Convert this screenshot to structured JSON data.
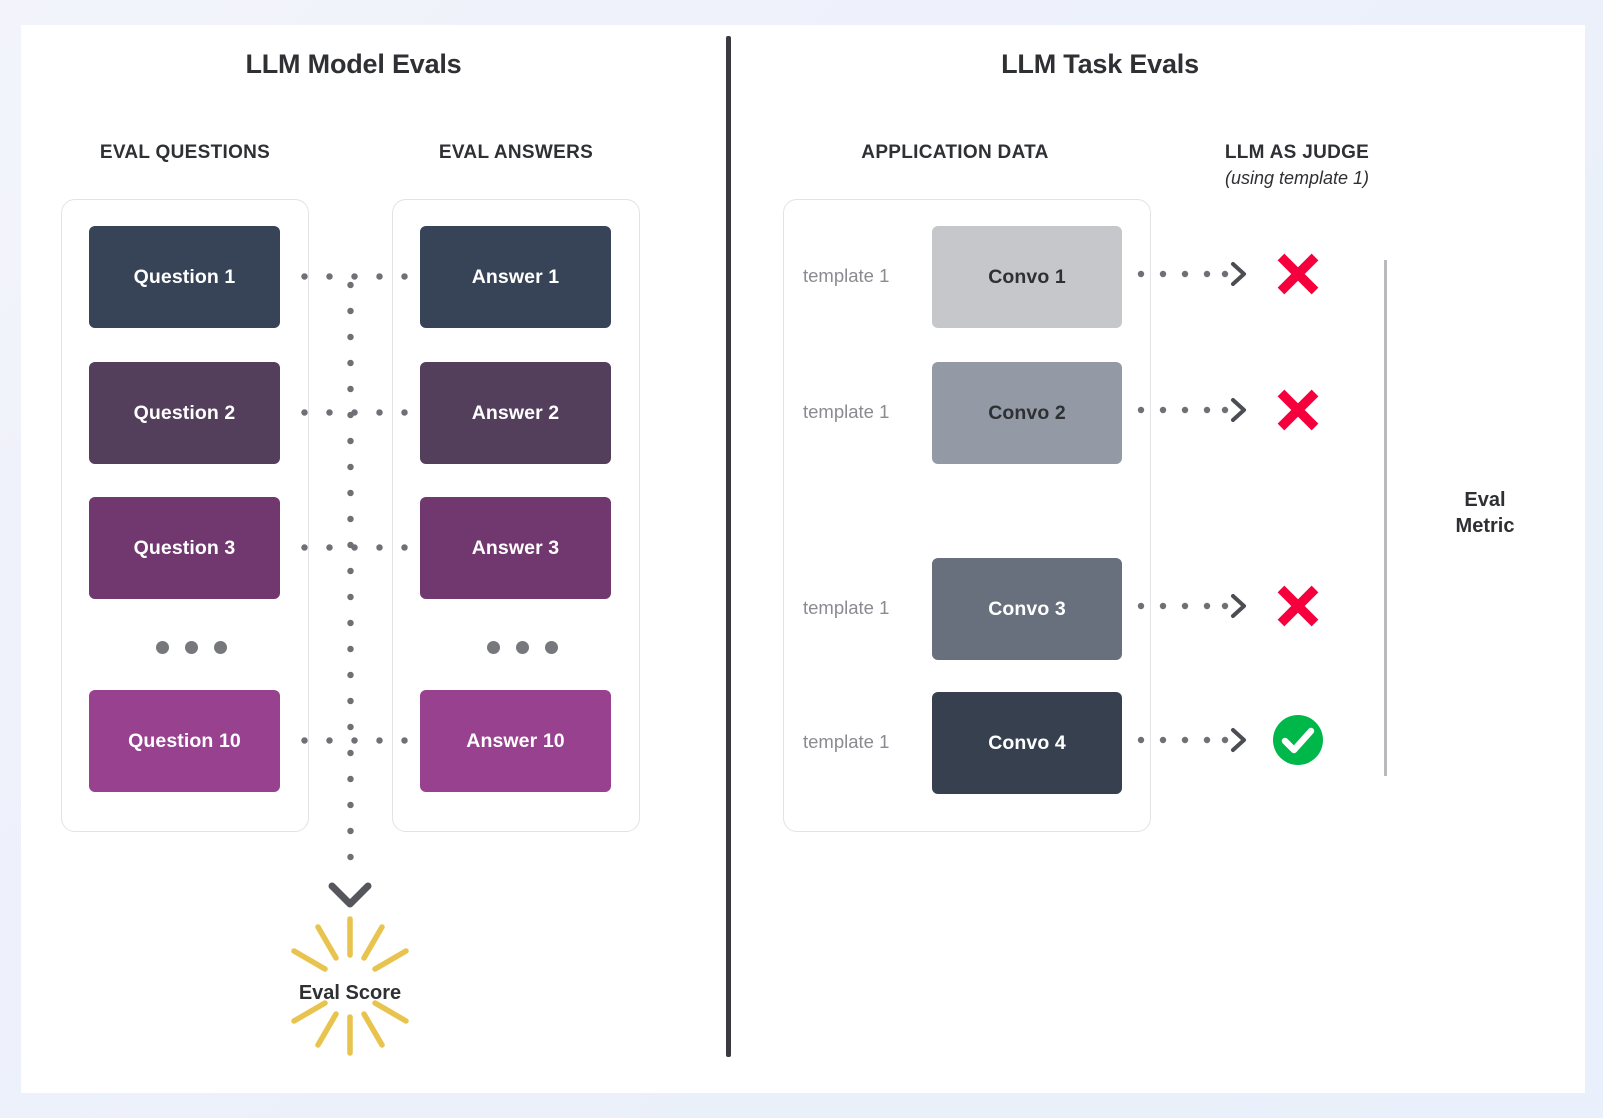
{
  "theme": {
    "page_bg": "#eef1fb",
    "card_bg": "#ffffff",
    "divider": "#3a3a40",
    "text_dark": "#2f3033",
    "text_muted": "#8a8b91",
    "outline": "#e3e3e6",
    "dot": "#6f7075",
    "fail_red": "#F5003C",
    "pass_green": "#00B74A",
    "burst_gold": "#E8C44E"
  },
  "left_panel": {
    "title": "LLM Model Evals",
    "columns": {
      "questions_label": "EVAL QUESTIONS",
      "answers_label": "EVAL ANSWERS"
    },
    "questions": [
      {
        "label": "Question 1",
        "color": "#374356",
        "text_color": "#ffffff"
      },
      {
        "label": "Question 2",
        "color": "#533E5B",
        "text_color": "#ffffff"
      },
      {
        "label": "Question 3",
        "color": "#71386F",
        "text_color": "#ffffff"
      },
      {
        "label": "Question 10",
        "color": "#97418F",
        "text_color": "#ffffff"
      }
    ],
    "answers": [
      {
        "label": "Answer 1",
        "color": "#374356",
        "text_color": "#ffffff"
      },
      {
        "label": "Answer 2",
        "color": "#533E5B",
        "text_color": "#ffffff"
      },
      {
        "label": "Answer 3",
        "color": "#71386F",
        "text_color": "#ffffff"
      },
      {
        "label": "Answer 10",
        "color": "#97418F",
        "text_color": "#ffffff"
      }
    ],
    "ellipsis_dots": 3,
    "output": {
      "label": "Eval Score",
      "arrow": "chevron-down",
      "burst_color": "#E8C44E"
    }
  },
  "right_panel": {
    "title": "LLM Task Evals",
    "columns": {
      "application_data_label": "APPLICATION DATA",
      "judge_label": "LLM AS JUDGE",
      "judge_sublabel": "(using template 1)"
    },
    "rows": [
      {
        "template": "template 1",
        "convo": "Convo 1",
        "color": "#C6C7CA",
        "text_color": "#2f3033",
        "verdict": "fail"
      },
      {
        "template": "template 1",
        "convo": "Convo 2",
        "color": "#939AA6",
        "text_color": "#2f3033",
        "verdict": "fail"
      },
      {
        "template": "template 1",
        "convo": "Convo 3",
        "color": "#68707E",
        "text_color": "#ffffff",
        "verdict": "fail"
      },
      {
        "template": "template 1",
        "convo": "Convo 4",
        "color": "#36404F",
        "text_color": "#ffffff",
        "verdict": "pass"
      }
    ],
    "metric": {
      "line1": "Eval",
      "line2": "Metric"
    }
  }
}
